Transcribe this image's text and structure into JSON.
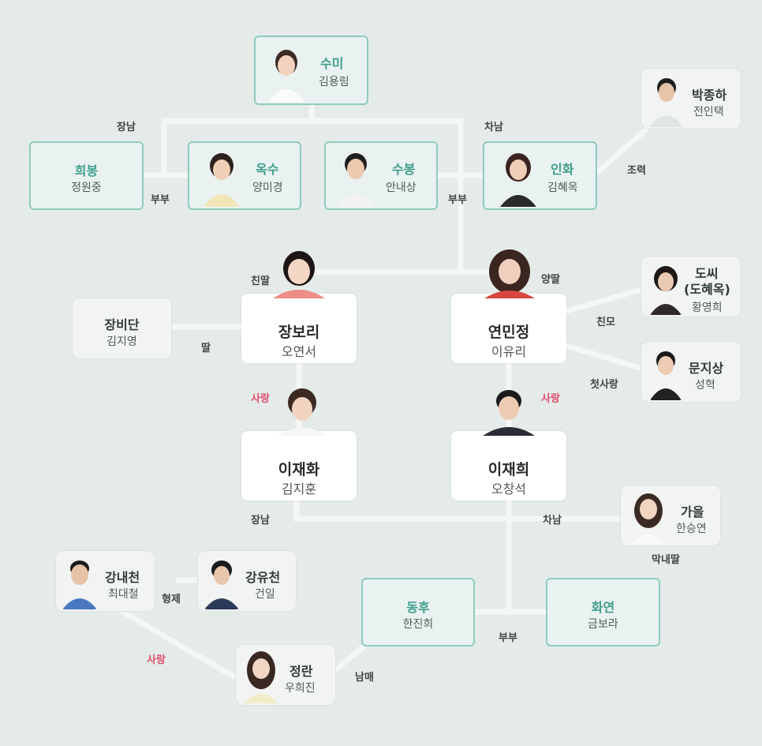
{
  "colors": {
    "background": "#e4ebe9",
    "line": "#f4f7f6",
    "teal": "#3e9e8c",
    "love": "#e04c6a"
  },
  "nodes": {
    "sumi": {
      "name": "수미",
      "actor": "김용림",
      "icon": "person-portrait-icon"
    },
    "huibong": {
      "name": "희봉",
      "actor": "정원중"
    },
    "oksu": {
      "name": "옥수",
      "actor": "양미경",
      "icon": "person-portrait-icon"
    },
    "subong": {
      "name": "수봉",
      "actor": "안내상",
      "icon": "person-portrait-icon"
    },
    "inhwa": {
      "name": "인화",
      "actor": "김혜옥",
      "icon": "person-portrait-icon"
    },
    "parkjongha": {
      "name": "박종하",
      "actor": "전인택",
      "icon": "person-portrait-icon"
    },
    "jangbidan": {
      "name": "장비단",
      "actor": "김지영"
    },
    "jangbori": {
      "name": "장보리",
      "actor": "오연서",
      "icon": "person-portrait-icon"
    },
    "yeonminjeong": {
      "name": "연민정",
      "actor": "이유리",
      "icon": "person-portrait-icon"
    },
    "dossi": {
      "name": "도씨",
      "name2": "(도혜옥)",
      "actor": "황영희",
      "icon": "person-portrait-icon"
    },
    "munjisang": {
      "name": "문지상",
      "actor": "성혁",
      "icon": "person-portrait-icon"
    },
    "ijaehwa": {
      "name": "이재화",
      "actor": "김지훈",
      "icon": "person-portrait-icon"
    },
    "ijaehui": {
      "name": "이재희",
      "actor": "오창석",
      "icon": "person-portrait-icon"
    },
    "gaeul": {
      "name": "가을",
      "actor": "한승연",
      "icon": "person-portrait-icon"
    },
    "gangnaecheon": {
      "name": "강내천",
      "actor": "최대철",
      "icon": "person-portrait-icon"
    },
    "gangyucheon": {
      "name": "강유천",
      "actor": "건일",
      "icon": "person-portrait-icon"
    },
    "donghu": {
      "name": "동후",
      "actor": "한진희"
    },
    "hwayeon": {
      "name": "화연",
      "actor": "금보라"
    },
    "jeongran": {
      "name": "정란",
      "actor": "우희진",
      "icon": "person-portrait-icon"
    }
  },
  "labels": {
    "jangnam_top": "장남",
    "chanam_top": "차남",
    "bubu_left": "부부",
    "bubu_right": "부부",
    "joryeok": "조력",
    "chinttal": "친딸",
    "yangttal": "양딸",
    "ttal": "딸",
    "chinmo": "친모",
    "cheotsarang": "첫사랑",
    "love_left": "사랑",
    "love_right": "사랑",
    "jangnam_mid": "장남",
    "chanam_mid": "차남",
    "maknaettal": "막내딸",
    "hyeongje": "형제",
    "bubu_bottom": "부부",
    "love_bottom": "사랑",
    "nammae": "남매"
  }
}
